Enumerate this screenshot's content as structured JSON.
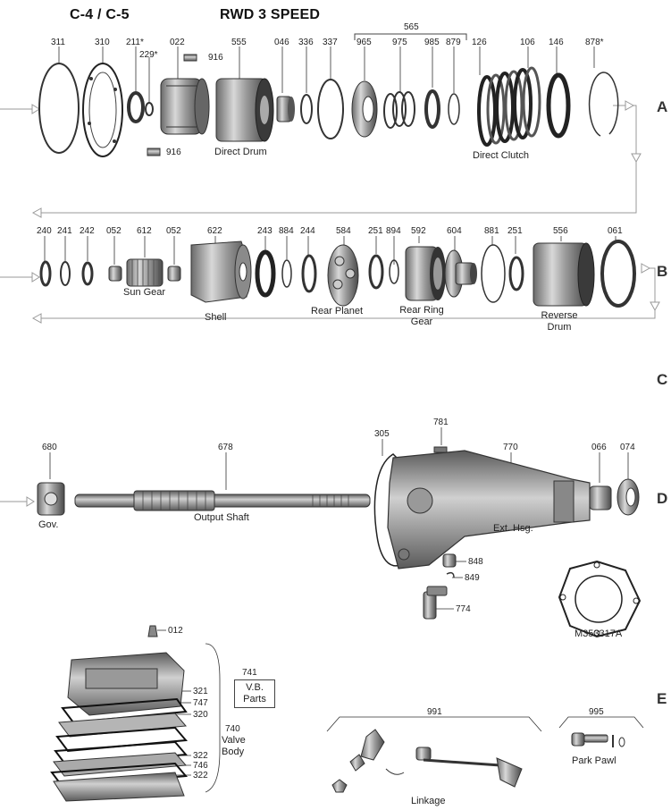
{
  "header": {
    "model": "C-4 / C-5",
    "title": "RWD 3 SPEED"
  },
  "sections": [
    "A",
    "B",
    "C",
    "D",
    "E"
  ],
  "row_a": {
    "group_label": "565",
    "parts": [
      "311",
      "310",
      "211*",
      "229*",
      "916",
      "022",
      "916",
      "555",
      "046",
      "336",
      "337",
      "965",
      "975",
      "985",
      "879",
      "126",
      "106",
      "146",
      "878*"
    ],
    "captions": {
      "direct_drum": "Direct Drum",
      "direct_clutch": "Direct Clutch"
    }
  },
  "row_b": {
    "parts": [
      "240",
      "241",
      "242",
      "052",
      "612",
      "052",
      "622",
      "243",
      "884",
      "244",
      "584",
      "251",
      "894",
      "592",
      "604",
      "881",
      "251",
      "556",
      "061"
    ],
    "captions": {
      "sun_gear": "Sun Gear",
      "shell": "Shell",
      "rear_planet": "Rear Planet",
      "rear_ring_gear": "Rear Ring Gear",
      "reverse_drum": "Reverse Drum"
    }
  },
  "row_d": {
    "parts": [
      "680",
      "678",
      "305",
      "781",
      "770",
      "066",
      "074",
      "848",
      "849",
      "774"
    ],
    "captions": {
      "gov": "Gov.",
      "output_shaft": "Output Shaft",
      "ext_hsg": "Ext. Hsg.",
      "gasket_part": "M353317A"
    }
  },
  "row_e": {
    "parts": [
      "012",
      "321",
      "747",
      "320",
      "322",
      "746",
      "322",
      "991",
      "995"
    ],
    "vb_parts_number": "741",
    "vb_parts_label": "V.B. Parts",
    "valve_body_number": "740",
    "valve_body_label": "Valve Body",
    "captions": {
      "linkage": "Linkage",
      "park_pawl": "Park Pawl"
    }
  }
}
